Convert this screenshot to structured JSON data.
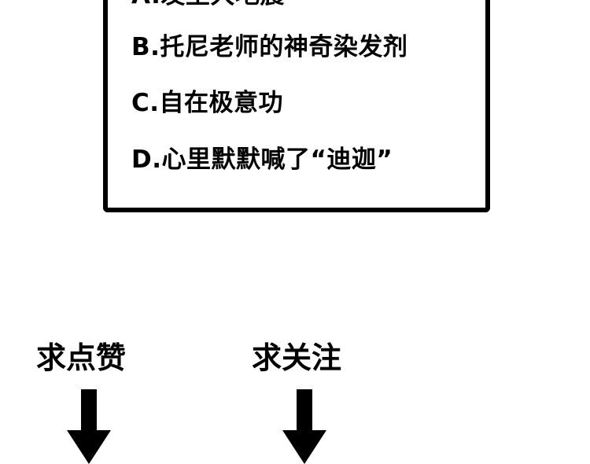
{
  "quiz": {
    "options": [
      {
        "text": "A.发生大地震"
      },
      {
        "text": "B.托尼老师的神奇染发剂"
      },
      {
        "text": "C.自在极意功"
      },
      {
        "text": "D.心里默默喊了“迪迦”"
      }
    ]
  },
  "cta": {
    "like_label": "求点赞",
    "follow_label": "求关注"
  },
  "colors": {
    "ink": "#000000",
    "background": "#ffffff"
  },
  "icons": {
    "like_arrow": "arrow-down-icon",
    "follow_arrow": "arrow-down-icon"
  }
}
